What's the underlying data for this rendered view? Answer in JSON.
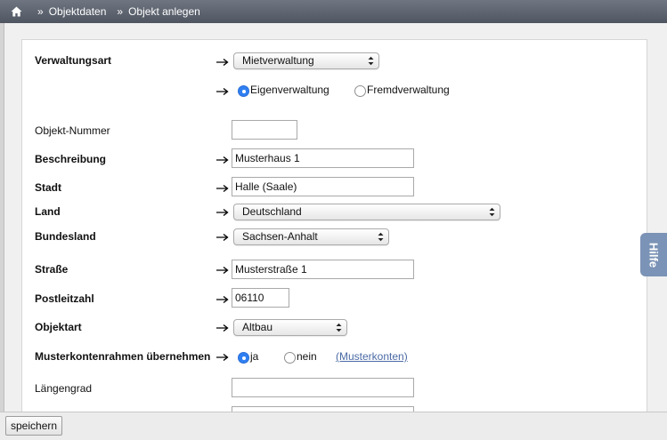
{
  "breadcrumb": {
    "home_icon": "home-icon",
    "separator": "»",
    "items": [
      "Objektdaten",
      "Objekt anlegen"
    ]
  },
  "form": {
    "verwaltungsart": {
      "label": "Verwaltungsart",
      "value": "Mietverwaltung"
    },
    "verwaltungstyp": {
      "options": [
        "Eigenverwaltung",
        "Fremdverwaltung"
      ],
      "selected": "Eigenverwaltung"
    },
    "objekt_nummer": {
      "label": "Objekt-Nummer",
      "value": ""
    },
    "beschreibung": {
      "label": "Beschreibung",
      "value": "Musterhaus 1"
    },
    "stadt": {
      "label": "Stadt",
      "value": "Halle (Saale)"
    },
    "land": {
      "label": "Land",
      "value": "Deutschland"
    },
    "bundesland": {
      "label": "Bundesland",
      "value": "Sachsen-Anhalt"
    },
    "strasse": {
      "label": "Straße",
      "value": "Musterstraße 1"
    },
    "postleitzahl": {
      "label": "Postleitzahl",
      "value": "06110"
    },
    "objektart": {
      "label": "Objektart",
      "value": "Altbau"
    },
    "musterkonten": {
      "label": "Musterkontenrahmen übernehmen",
      "options": [
        "ja",
        "nein"
      ],
      "selected": "ja",
      "link": "(Musterkonten)"
    },
    "laengengrad": {
      "label": "Längengrad",
      "value": ""
    }
  },
  "help_tab": "Hilfe",
  "footer": {
    "save_label": "speichern"
  },
  "colors": {
    "topbar": "#5b616c",
    "radio_selected": "#2f7ff2",
    "help_tab": "#7b93b6",
    "link": "#4a6aa5"
  }
}
